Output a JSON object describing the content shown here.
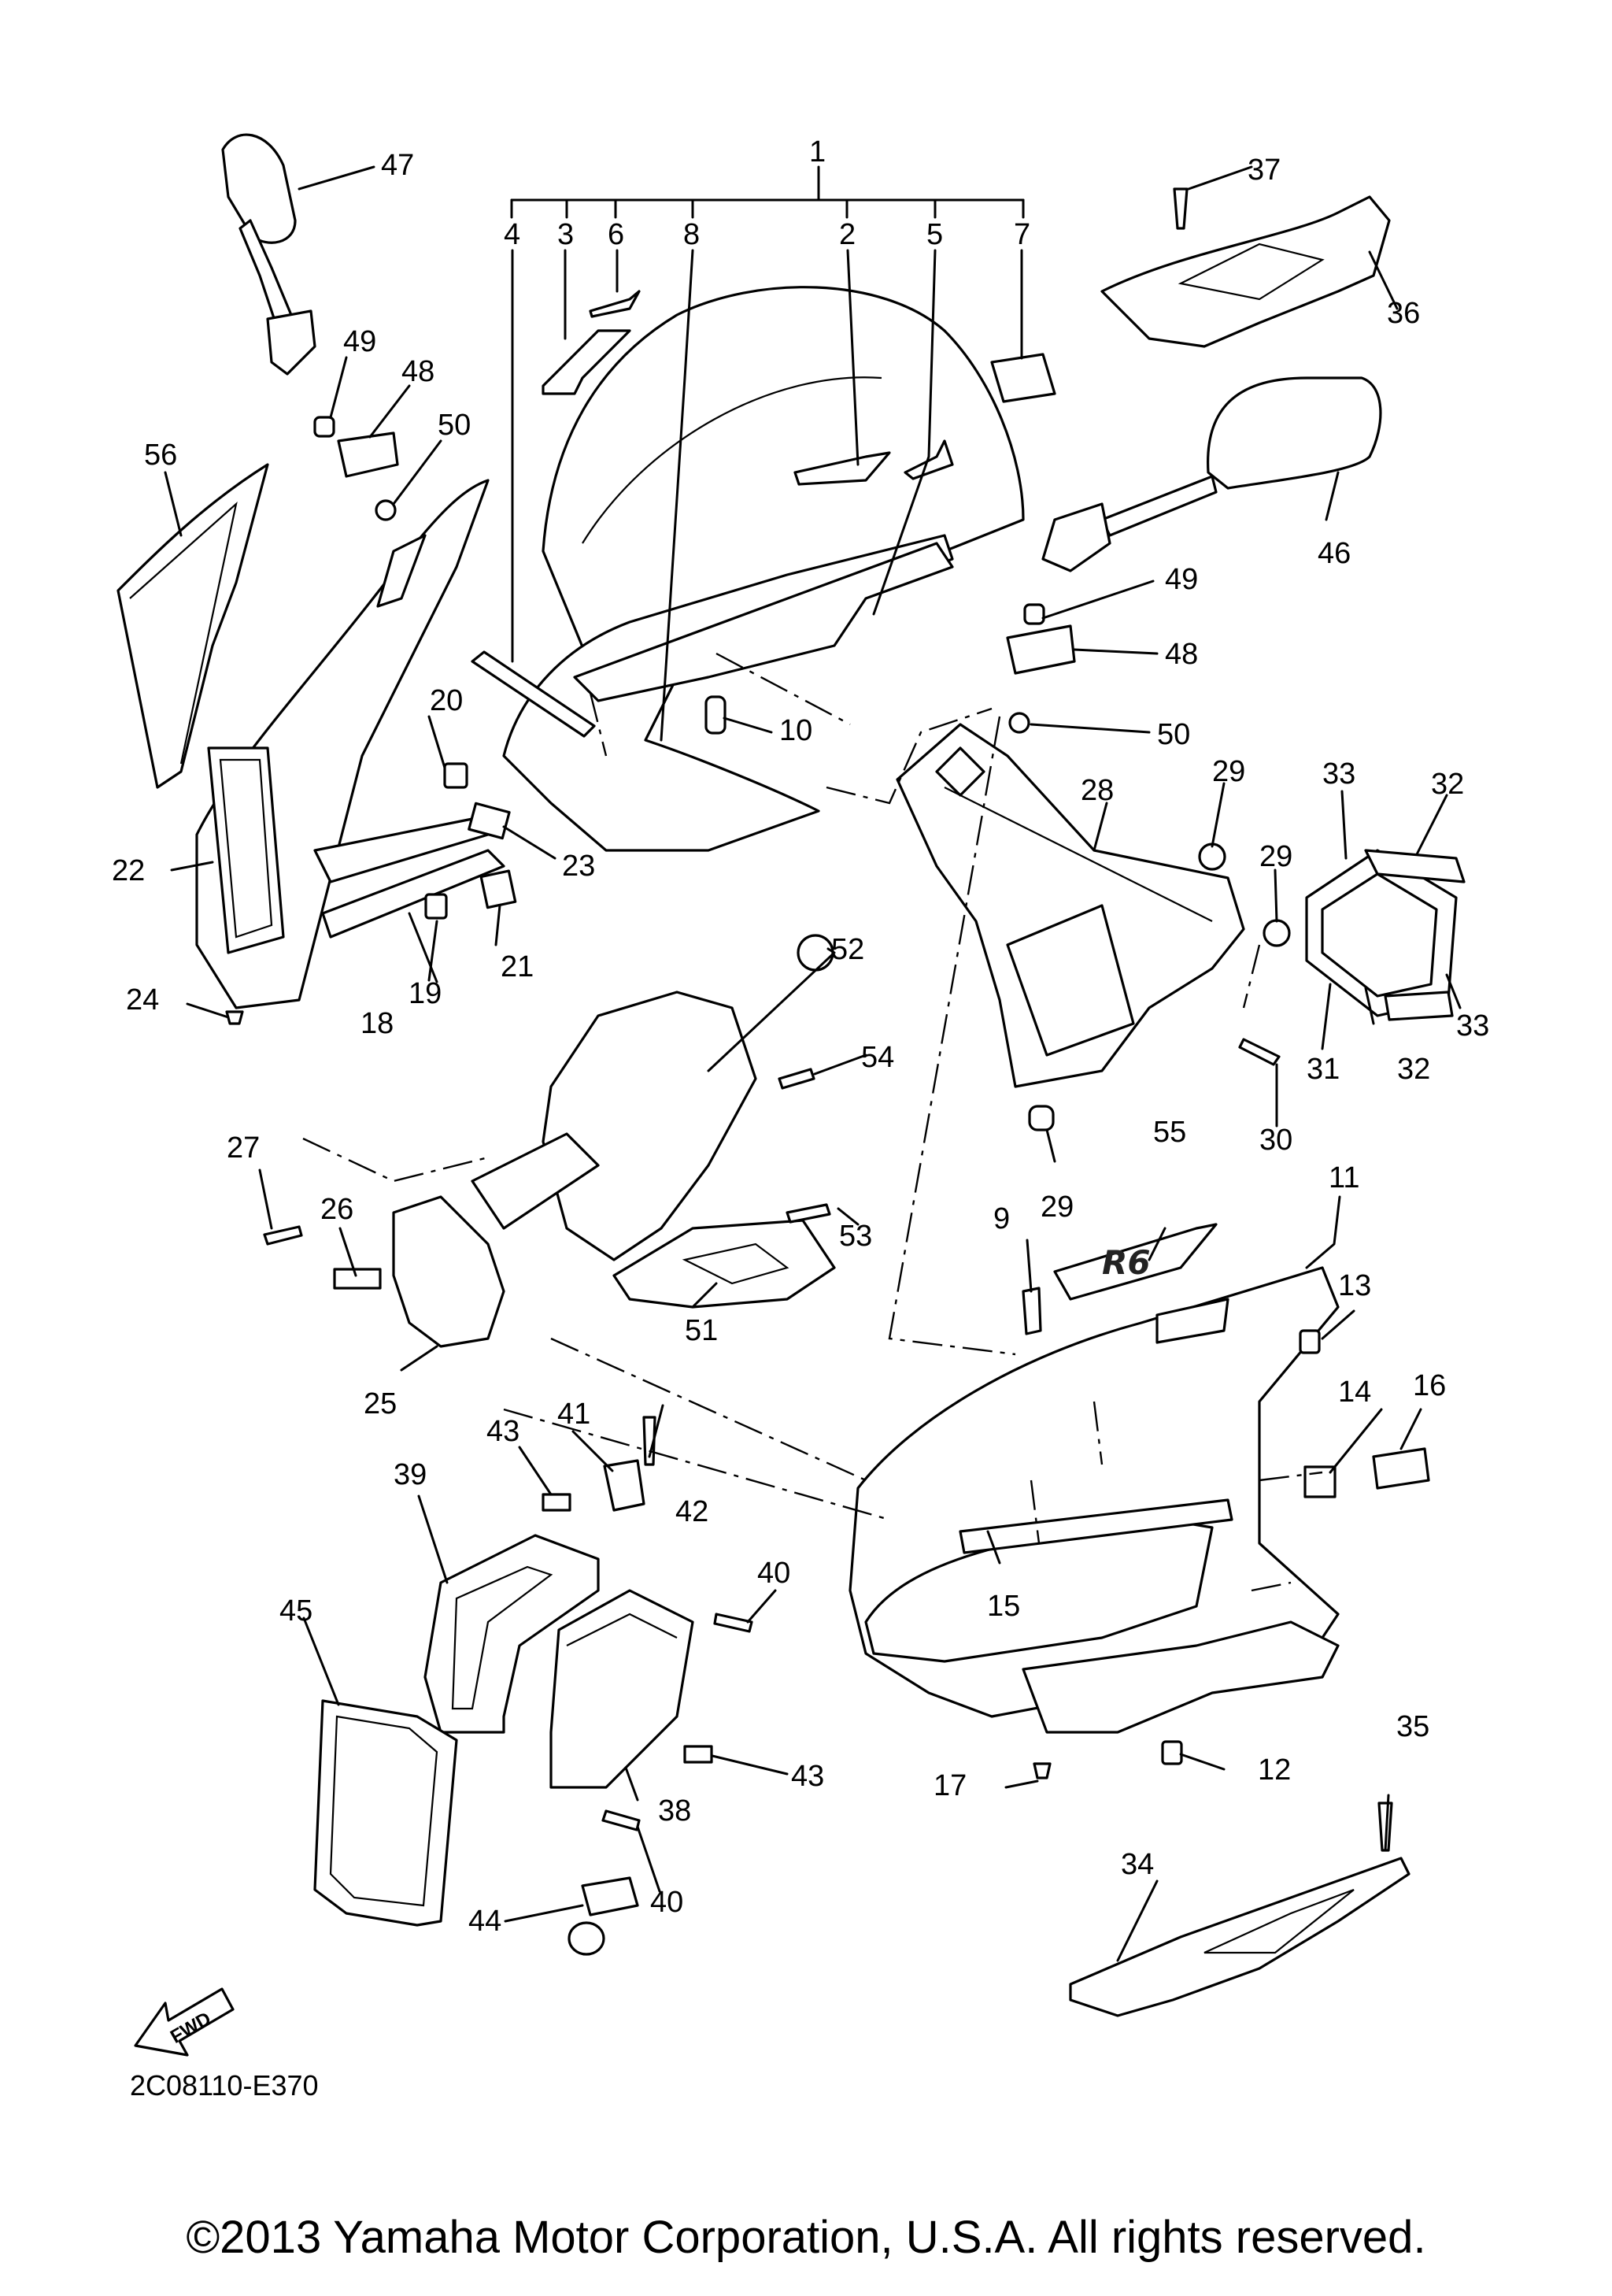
{
  "diagram": {
    "title": "",
    "code": "2C08110-E370",
    "direction_marker": "FWD",
    "copyright": "©2013 Yamaha Motor Corporation, U.S.A. All rights reserved.",
    "callouts": {
      "c1": "1",
      "c2": "2",
      "c3": "3",
      "c4": "4",
      "c5": "5",
      "c6": "6",
      "c7": "7",
      "c8": "8",
      "c9": "9",
      "c10": "10",
      "c11": "11",
      "c12": "12",
      "c13": "13",
      "c14": "14",
      "c15": "15",
      "c16": "16",
      "c17": "17",
      "c18": "18",
      "c19": "19",
      "c20": "20",
      "c21": "21",
      "c22": "22",
      "c23": "23",
      "c24": "24",
      "c25": "25",
      "c26": "26",
      "c27": "27",
      "c28": "28",
      "c29a": "29",
      "c29b": "29",
      "c29c": "29",
      "c30": "30",
      "c31": "31",
      "c32a": "32",
      "c32b": "32",
      "c33a": "33",
      "c33b": "33",
      "c34": "34",
      "c35": "35",
      "c36": "36",
      "c37": "37",
      "c38": "38",
      "c39": "39",
      "c40a": "40",
      "c40b": "40",
      "c41": "41",
      "c42": "42",
      "c43a": "43",
      "c43b": "43",
      "c44": "44",
      "c45": "45",
      "c46": "46",
      "c47": "47",
      "c48a": "48",
      "c48b": "48",
      "c49a": "49",
      "c49b": "49",
      "c50a": "50",
      "c50b": "50",
      "c51": "51",
      "c52": "52",
      "c53": "53",
      "c54": "54",
      "c55": "55",
      "c56": "56"
    },
    "decal_text": "R6"
  }
}
